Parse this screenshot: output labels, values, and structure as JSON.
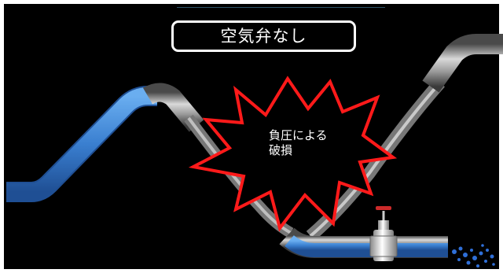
{
  "title": "空気弁なし",
  "burst": {
    "line1": "負圧による",
    "line2": "破損"
  },
  "colors": {
    "background": "#000000",
    "water": "#3a7fd0",
    "pipe": "#8c8c8c",
    "burst_outline": "#ff1a1a",
    "title_border": "#ffffff"
  },
  "icons": [
    "gate-valve-icon",
    "water-spray-icon",
    "burst-star-icon"
  ]
}
